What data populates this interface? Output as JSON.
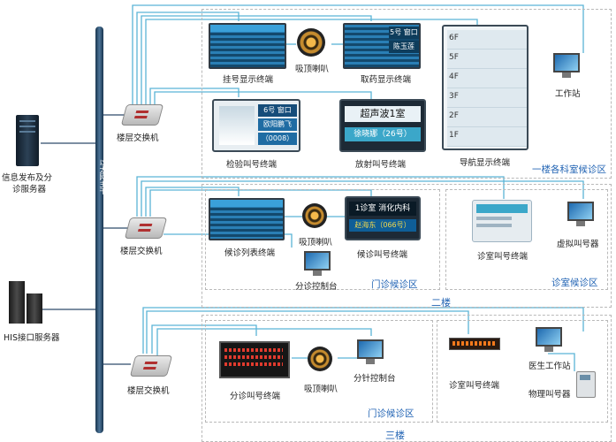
{
  "left": {
    "backbone_label": "以太网主干",
    "servers": [
      {
        "label_lines": [
          "信息发布及分",
          "诊服务器"
        ]
      },
      {
        "label_lines": [
          "HIS接口服务器"
        ]
      }
    ]
  },
  "floor1": {
    "switch_label": "楼层交换机",
    "region_label": "一楼各科室候诊区",
    "devices": {
      "register_display": "挂号显示终端",
      "ceiling_speaker": "吸顶喇叭",
      "pharmacy_display": "取药显示终端",
      "checkup_terminal": "检验叫号终端",
      "radiology_terminal": "放射叫号终端",
      "navigation_display": "导航显示终端",
      "workstation": "工作站"
    },
    "pharmacy_screen": {
      "window": "5号 窗口",
      "name": "陈玉莲"
    },
    "checkup_screen": {
      "window": "6号 窗口",
      "name": "欧阳鹏飞",
      "number": "（0008）"
    },
    "radiology_screen": {
      "room": "超声波1室",
      "patient": "徐晓娜（26号）"
    },
    "floors": [
      "6F",
      "5F",
      "4F",
      "3F",
      "2F",
      "1F"
    ]
  },
  "floor2": {
    "switch_label": "楼层交换机",
    "floor_label": "二楼",
    "waiting_label": "门诊候诊区",
    "clinic_waiting_label": "诊室候诊区",
    "devices": {
      "queue_list": "候诊列表终端",
      "ceiling_speaker": "吸顶喇叭",
      "queue_call": "候诊叫号终端",
      "triage_console": "分诊控制台",
      "clinic_call": "诊室叫号终端",
      "virtual_caller": "虚拟叫号器"
    },
    "queue_call_screen": {
      "room": "1诊室  消化内科",
      "patient": "赵海东（066号）"
    }
  },
  "floor3": {
    "switch_label": "楼层交换机",
    "floor_label": "三楼",
    "waiting_label": "门诊候诊区",
    "devices": {
      "triage_call": "分诊叫号终端",
      "ceiling_speaker": "吸顶喇叭",
      "triage_console": "分针控制台",
      "clinic_call": "诊室叫号终端",
      "doctor_ws": "医生工作站",
      "physical_caller": "物理叫号器"
    }
  },
  "colors": {
    "link": "#5ab4d6",
    "zone_label": "#1f62b3",
    "backbone": "#2d4b6b"
  }
}
